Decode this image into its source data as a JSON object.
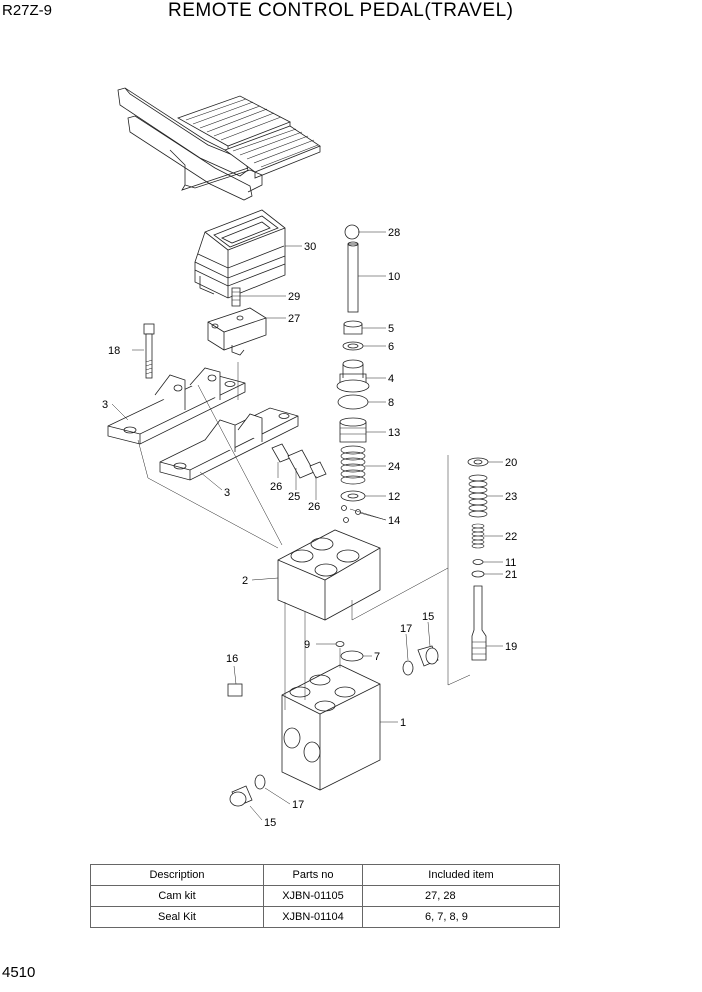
{
  "header": {
    "model": "R27Z-9",
    "title": "REMOTE CONTROL PEDAL(TRAVEL)"
  },
  "footer": {
    "page_number": "4510"
  },
  "callouts": {
    "c28": "28",
    "c10": "10",
    "c30": "30",
    "c29": "29",
    "c27": "27",
    "c5": "5",
    "c6": "6",
    "c18": "18",
    "c4": "4",
    "c8": "8",
    "c3a": "3",
    "c13": "13",
    "c24": "24",
    "c20": "20",
    "c23": "23",
    "c12": "12",
    "c14": "14",
    "c26a": "26",
    "c25": "25",
    "c26b": "26",
    "c3b": "3",
    "c22": "22",
    "c11": "11",
    "c21": "21",
    "c2": "2",
    "c15a": "15",
    "c17a": "17",
    "c9": "9",
    "c7": "7",
    "c19": "19",
    "c16": "16",
    "c1": "1",
    "c17b": "17",
    "c15b": "15"
  },
  "table": {
    "headers": [
      "Description",
      "Parts no",
      "Included item"
    ],
    "rows": [
      [
        "Cam kit",
        "XJBN-01105",
        "27, 28"
      ],
      [
        "Seal Kit",
        "XJBN-01104",
        "6, 7, 8, 9"
      ]
    ]
  }
}
